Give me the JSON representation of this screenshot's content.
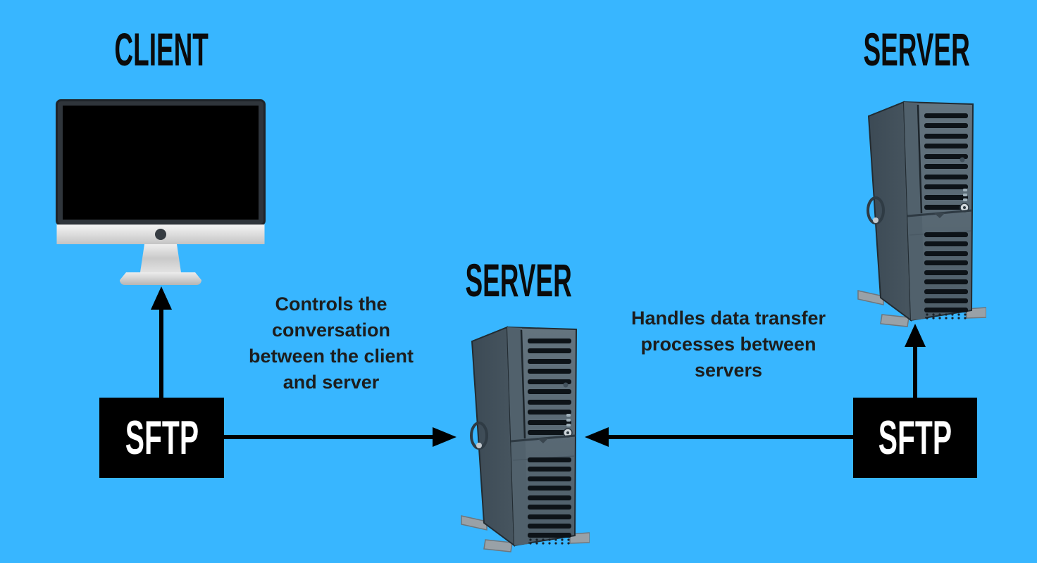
{
  "diagram": {
    "background_color": "#38B6FF",
    "client": {
      "label": "CLIENT"
    },
    "middle_server": {
      "label": "SERVER"
    },
    "right_server": {
      "label": "SERVER"
    },
    "sftp_left": {
      "label": "SFTP"
    },
    "sftp_right": {
      "label": "SFTP"
    },
    "annotation_client": {
      "lines": [
        "Controls the",
        "conversation",
        "between the client",
        "and server"
      ]
    },
    "annotation_servers": {
      "lines": [
        "Handles data transfer",
        "processes between",
        "servers"
      ]
    },
    "colors": {
      "background": "#38B6FF",
      "label_box_bg": "#000000",
      "label_box_text": "#FFFFFF",
      "heading_text": "#0B0B0B",
      "annotation_text": "#1D1D1D",
      "arrow": "#000000"
    },
    "icons": {
      "client": "desktop-monitor-icon",
      "middle_server": "server-tower-icon",
      "right_server": "server-tower-icon"
    }
  }
}
